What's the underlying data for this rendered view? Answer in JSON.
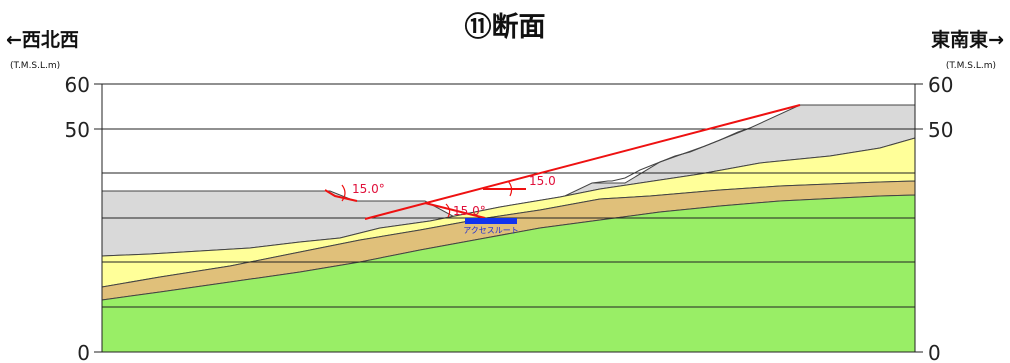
{
  "header": {
    "title": "⑪断面",
    "left_direction": "←西北西",
    "right_direction": "東南東→",
    "left_unit": "(T.M.S.L.m)",
    "right_unit": "(T.M.S.L.m)"
  },
  "axis": {
    "left_ticks": [
      "60",
      "50",
      "0"
    ],
    "right_ticks": [
      "60",
      "50",
      "0"
    ]
  },
  "annotations": {
    "angle_left": "15.0°",
    "angle_mid": "15.0°",
    "angle_right": "15.0",
    "access_route": "アクセスルート"
  },
  "colors": {
    "gray_fill": "#d9d9d9",
    "yellow_fill": "#ffff99",
    "brown_fill": "#e0c07a",
    "green_fill": "#99ee66",
    "red_line": "#ee1111",
    "route_blue": "#1133ee",
    "layer_line": "#444444"
  }
}
